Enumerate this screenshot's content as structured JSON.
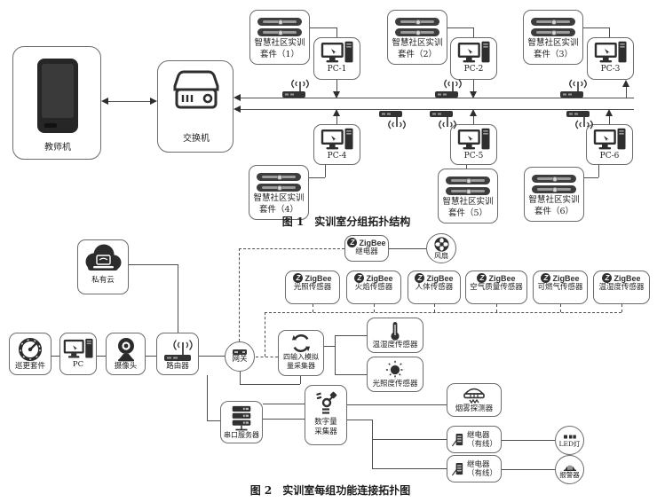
{
  "figure1": {
    "caption": "图 1　实训室分组拓扑结构",
    "teacher_label": "教师机",
    "switch_label": "交换机",
    "kits": [
      {
        "line1": "智慧社区实训",
        "line2": "套件（1）"
      },
      {
        "line1": "智慧社区实训",
        "line2": "套件（2）"
      },
      {
        "line1": "智慧社区实训",
        "line2": "套件（3）"
      },
      {
        "line1": "智慧社区实训",
        "line2": "套件（4）"
      },
      {
        "line1": "智慧社区实训",
        "line2": "套件（5）"
      },
      {
        "line1": "智慧社区实训",
        "line2": "套件（6）"
      }
    ],
    "pcs": [
      {
        "label": "PC-1"
      },
      {
        "label": "PC-2"
      },
      {
        "label": "PC-3"
      },
      {
        "label": "PC-4"
      },
      {
        "label": "PC-5"
      },
      {
        "label": "PC-6"
      }
    ]
  },
  "figure2": {
    "caption": "图 2　实训室每组功能连接拓扑图",
    "cloud_label": "私有云",
    "patrol_label": "巡更套件",
    "pc_label": "PC",
    "camera_label": "摄像头",
    "router_label": "路由器",
    "gateway_label": "网关",
    "zigbee_brand": "ZigBee",
    "zigbee_z": "Z",
    "wireless_relay_label": "继电器",
    "fan_label": "风扇",
    "zigbee_sensors": [
      {
        "label": "光照传感器"
      },
      {
        "label": "火焰传感器"
      },
      {
        "label": "人体传感器"
      },
      {
        "label": "空气质量传感器"
      },
      {
        "label": "可燃气传感器"
      },
      {
        "label": "温湿度传感器"
      }
    ],
    "analog_collector": {
      "line1": "四输入模拟",
      "line2": "量采集器"
    },
    "temp_humidity_label": "温湿度传感器",
    "illuminance_label": "光照度传感器",
    "serial_server_label": "串口服务器",
    "digital_collector": {
      "line1": "数字量",
      "line2": "采集器"
    },
    "smoke_label": "烟雾探测器",
    "wired_relays": [
      {
        "line1": "继电器",
        "line2": "（有线）"
      },
      {
        "line1": "继电器",
        "line2": "（有线）"
      }
    ],
    "led_label": "LED灯",
    "alarm_label": "报警器"
  },
  "colors": {
    "line": "#4d4d4d",
    "box_border": "#6b6b6b",
    "icon_dark": "#2f2f2f",
    "text": "#1d1d1d",
    "background": "#ffffff"
  }
}
